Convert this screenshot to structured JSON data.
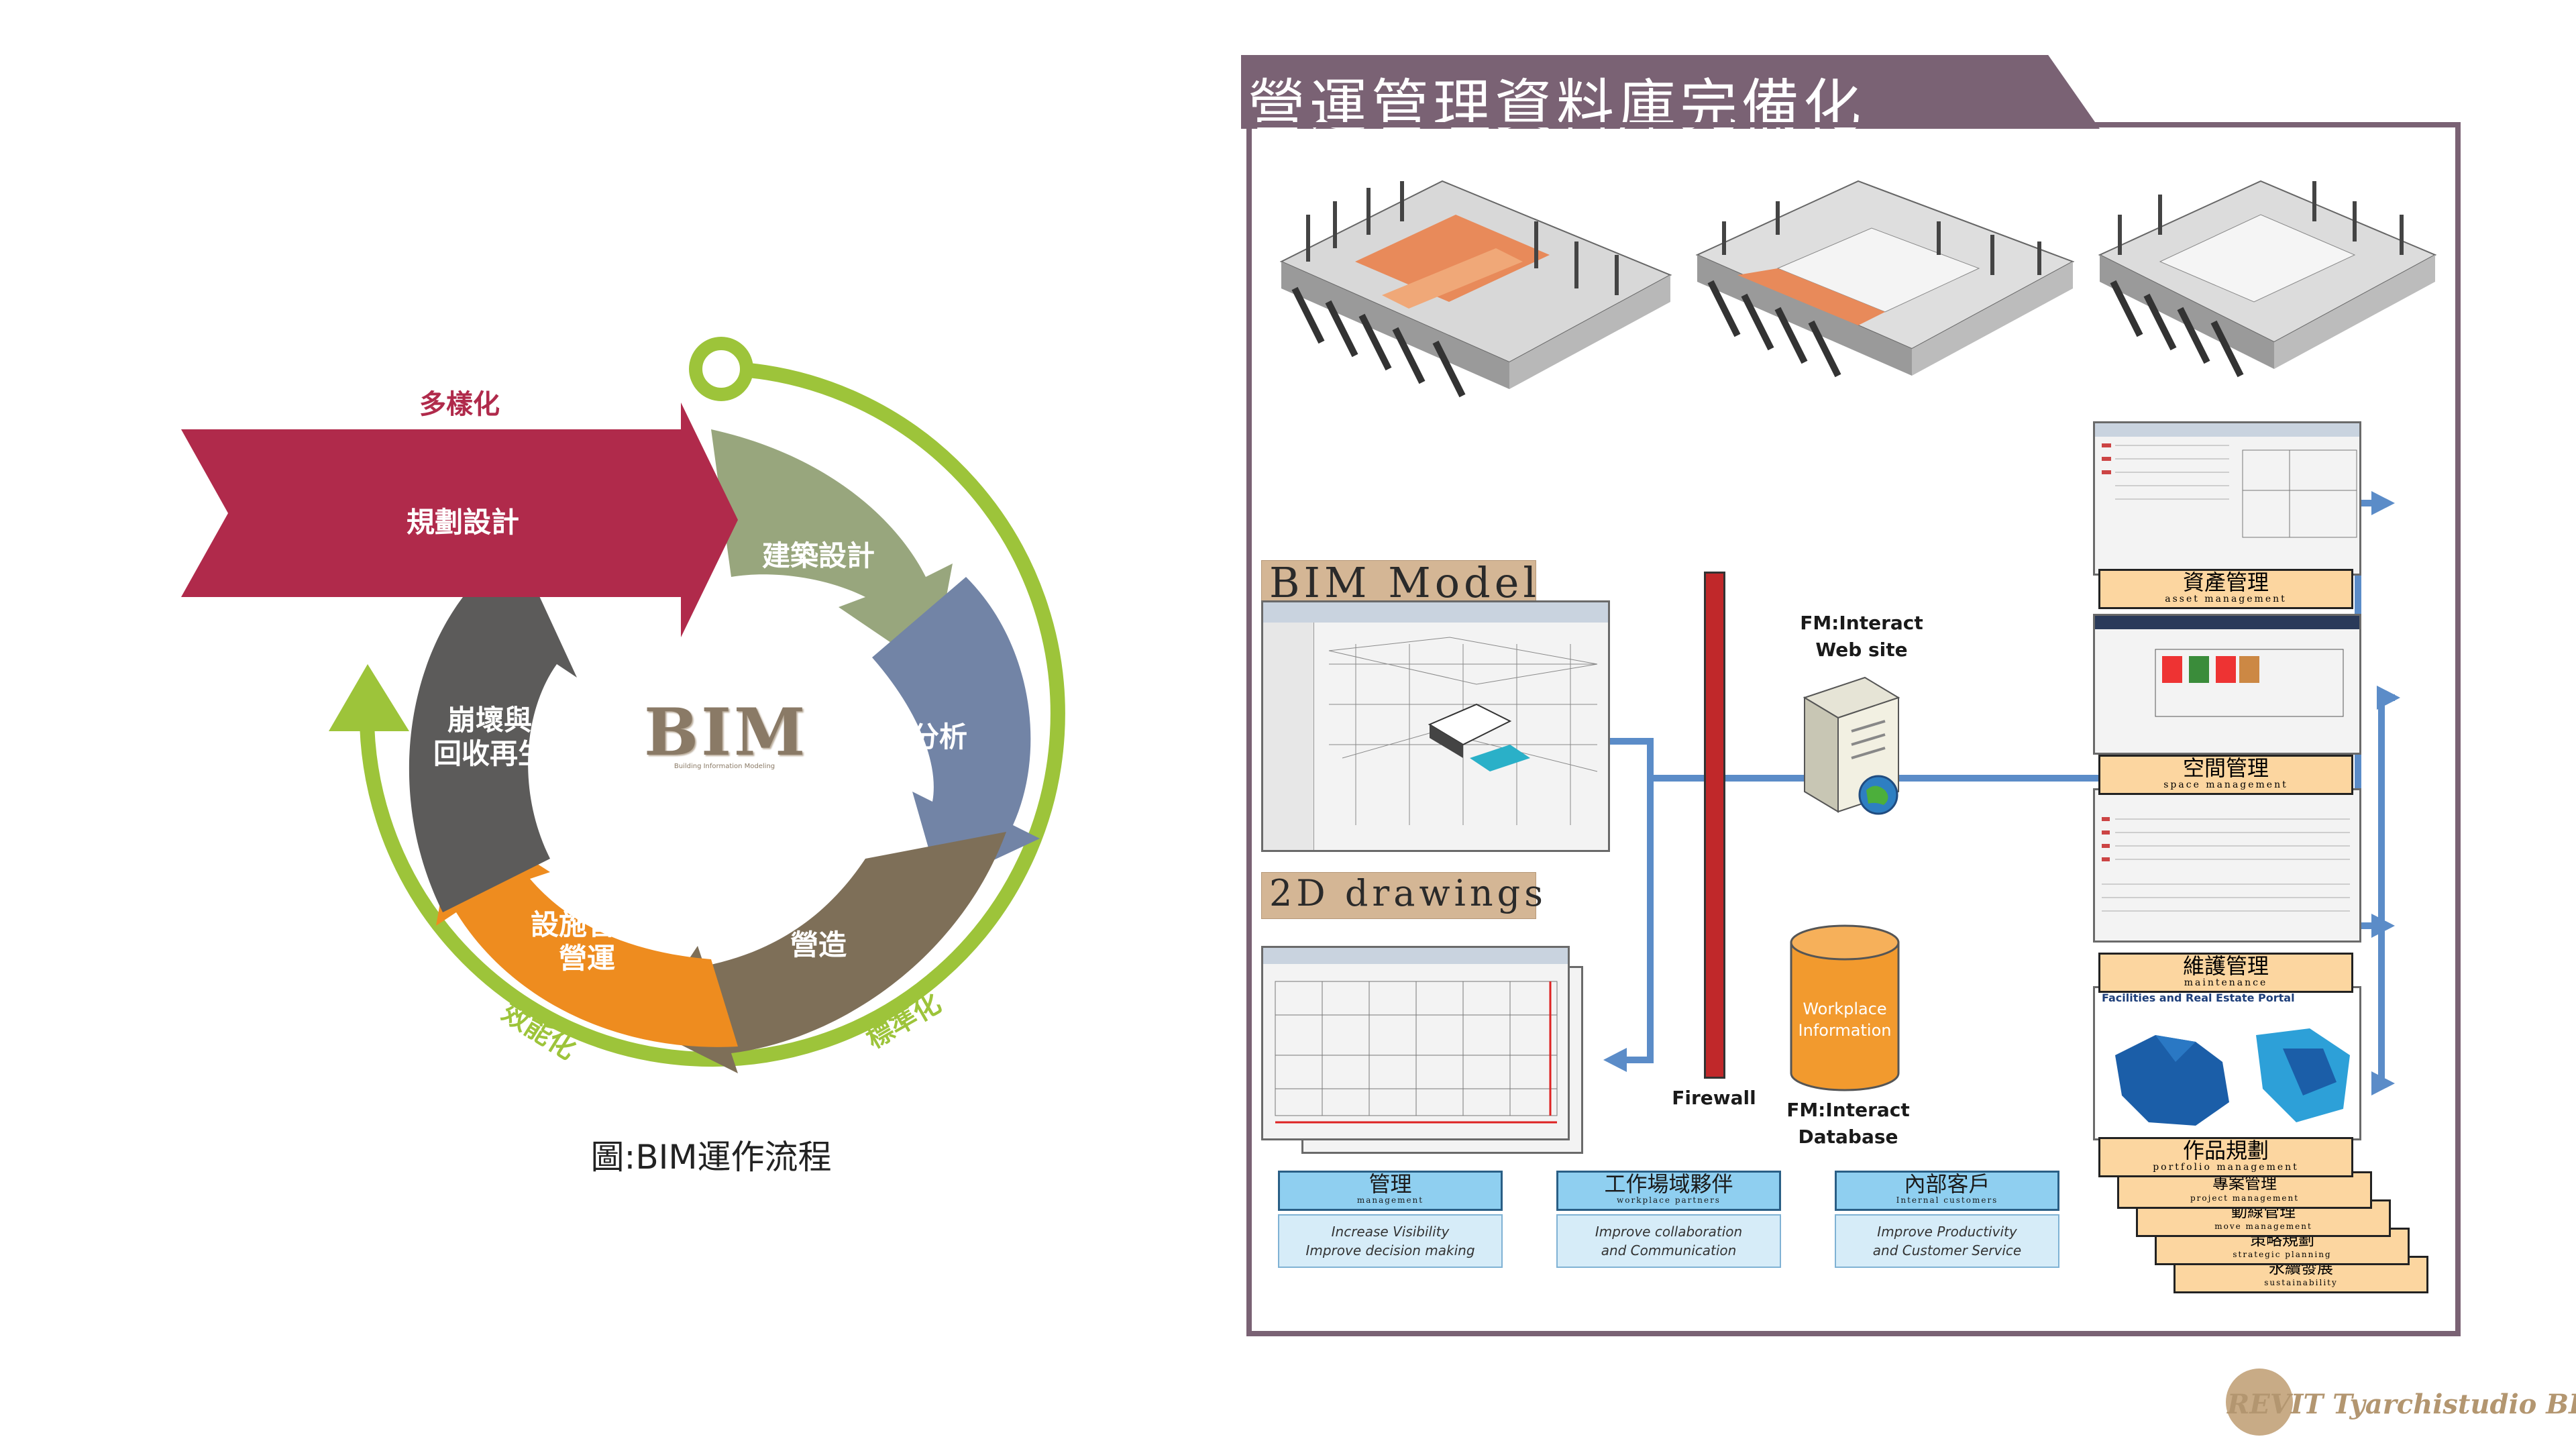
{
  "cycle": {
    "logo": "BIM",
    "logo_sub": "Building Information Modeling",
    "top_label": "多樣化",
    "bottom_left_label": "效能化",
    "bottom_right_label": "標準化",
    "stages": {
      "planning": "規劃設計",
      "architecture": "建築設計",
      "analysis": "分析",
      "construction": "營造",
      "facility_line1": "設施管理",
      "facility_line2": "營運",
      "demolition_line1": "崩壞與",
      "demolition_line2": "回收再生"
    },
    "caption": "圖:BIM運作流程",
    "colors": {
      "planning": "#b02a4b",
      "architecture": "#98a67d",
      "analysis": "#7284a6",
      "construction": "#7e6f58",
      "facility": "#ee8c1f",
      "demolition": "#5c5b5a",
      "outer_ring": "#9dc43a"
    }
  },
  "panel": {
    "title": "營運管理資料庫完備化",
    "bim_model_label": "BIM Model",
    "drawings_label": "2D drawings",
    "firewall_label": "Firewall",
    "web_site_line1": "FM:Interact",
    "web_site_line2": "Web site",
    "database_line1": "FM:Interact",
    "database_line2": "Database",
    "workplace_info_line1": "Workplace",
    "workplace_info_line2": "Information",
    "portal_title": "Facilities and Real Estate Portal",
    "right_labels": [
      {
        "zh": "資產管理",
        "en": "asset management"
      },
      {
        "zh": "空間管理",
        "en": "space management"
      },
      {
        "zh": "維護管理",
        "en": "maintenance"
      },
      {
        "zh": "作品規劃",
        "en": "portfolio management"
      }
    ],
    "stack_labels": [
      {
        "zh": "專案管理",
        "en": "project management"
      },
      {
        "zh": "動線管理",
        "en": "move management"
      },
      {
        "zh": "策略規劃",
        "en": "strategic planning"
      },
      {
        "zh": "永續發展",
        "en": "sustainability"
      }
    ],
    "bottom_boxes": [
      {
        "zh": "管理",
        "en": "management",
        "line1": "Increase Visibility",
        "line2": "Improve decision making"
      },
      {
        "zh": "工作場域夥伴",
        "en": "workplace partners",
        "line1": "Improve collaboration",
        "line2": "and Communication"
      },
      {
        "zh": "內部客戶",
        "en": "Internal customers",
        "line1": "Improve Productivity",
        "line2": "and Customer Service"
      }
    ],
    "colors": {
      "frame": "#7a6274",
      "arrow": "#5b8cc8",
      "firewall": "#c0282a",
      "database": "#f29a2e",
      "label_bg": "#fcd6a0"
    }
  },
  "watermark": "REVIT Tyarchistudio BIM"
}
